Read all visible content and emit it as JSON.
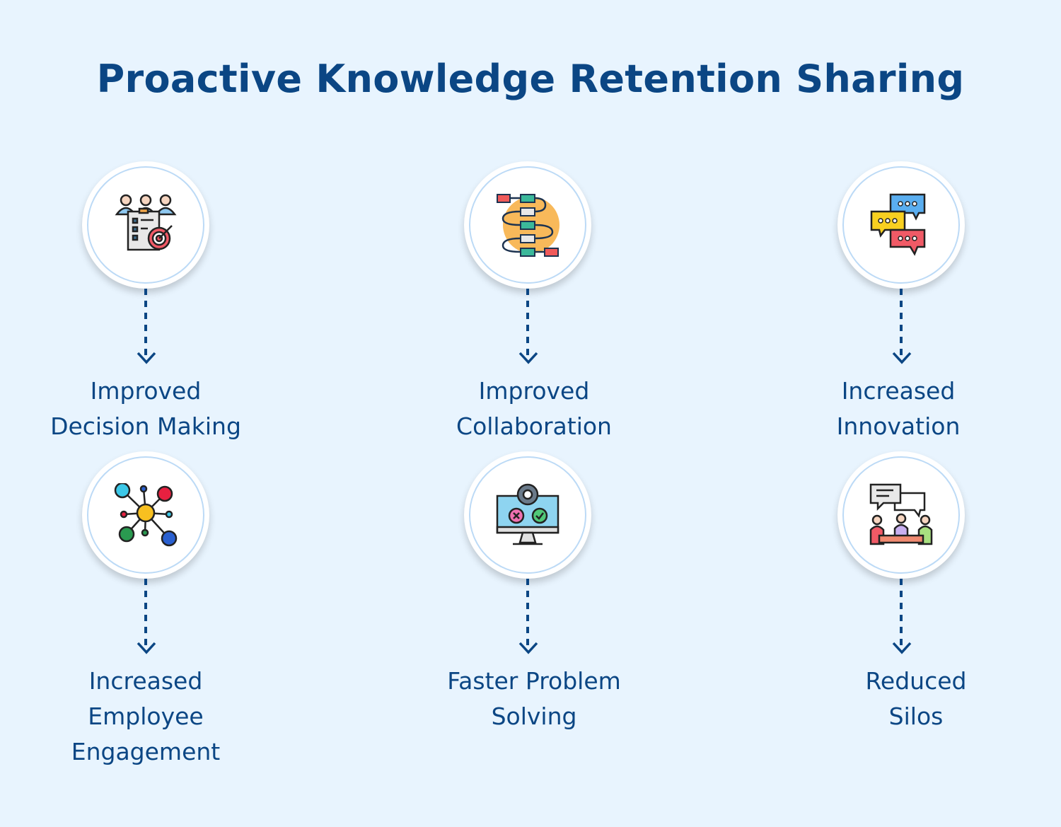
{
  "title": "Proactive Knowledge Retention Sharing",
  "items": [
    {
      "lines": [
        "Improved",
        "Decision Making"
      ],
      "icon": "team-target-checklist-icon"
    },
    {
      "lines": [
        "Improved",
        "Collaboration"
      ],
      "icon": "workflow-icon"
    },
    {
      "lines": [
        "Increased",
        "Innovation"
      ],
      "icon": "chat-bubbles-icon"
    },
    {
      "lines": [
        "Increased",
        "Employee",
        "Engagement"
      ],
      "icon": "network-icon"
    },
    {
      "lines": [
        "Faster Problem",
        "Solving"
      ],
      "icon": "monitor-gear-icon"
    },
    {
      "lines": [
        "Reduced",
        "Silos"
      ],
      "icon": "meeting-icon"
    }
  ],
  "colors": {
    "accent": "#0b4684",
    "background": "#e8f4fe",
    "ring": "#bcdaf6"
  }
}
